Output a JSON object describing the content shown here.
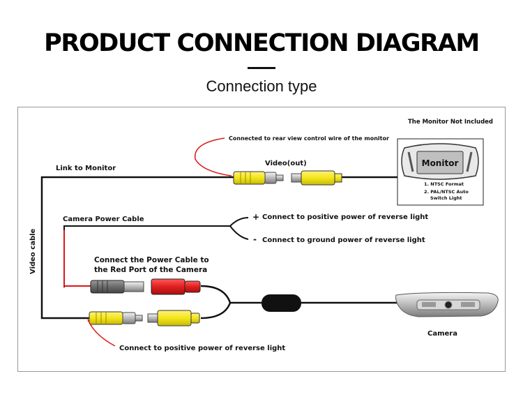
{
  "header": {
    "title": "PRODUCT CONNECTION DIAGRAM",
    "subtitle": "Connection type"
  },
  "monitor": {
    "not_included": "The Monitor Not Included",
    "screen_label": "Monitor",
    "spec_1": "1. NTSC Format",
    "spec_2a": "2. PAL/NTSC Auto",
    "spec_2b": "Switch Light"
  },
  "labels": {
    "rear_view_note": "Connected to rear view control wire of the monitor",
    "video_out": "Video(out)",
    "link_to_monitor": "Link to Monitor",
    "camera_power_cable": "Camera Power Cable",
    "plus": "+",
    "minus": "-",
    "positive_power": "Connect to positive power of reverse light",
    "ground_power": "Connect to ground power of reverse light",
    "power_cable_line1": "Connect the Power Cable to",
    "power_cable_line2": "the Red Port of the Camera",
    "video_cable": "Video cable",
    "camera": "Camera",
    "bottom_note": "Connect to positive power of reverse light"
  },
  "colors": {
    "wire": "#111111",
    "red_wire": "#d91818",
    "rca_yellow": "#f2e61a",
    "power_red": "#e01f1f",
    "dc_gray": "#6b6b6b"
  }
}
